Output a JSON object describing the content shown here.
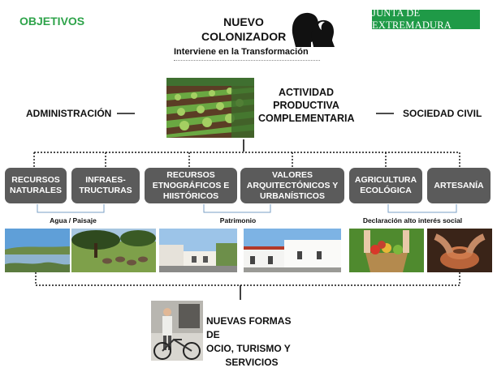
{
  "header": {
    "objetivos": "OBJETIVOS",
    "brand": "JUNTA DE EXTREMADURA"
  },
  "top": {
    "title_line1": "NUEVO",
    "title_line2": "COLONIZADOR",
    "subtitle": "Interviene en la Transformación"
  },
  "middle": {
    "left": "ADMINISTRACIÓN",
    "center_line1": "ACTIVIDAD",
    "center_line2": "PRODUCTIVA",
    "center_line3": "COMPLEMENTARIA",
    "right": "SOCIEDAD CIVIL"
  },
  "boxes": [
    {
      "label": "RECURSOS\nNATURALES"
    },
    {
      "label": "INFRAES-\nTRUCTURAS"
    },
    {
      "label": "RECURSOS\nETNOGRÁFICOS E\nHIISTÓRICOS"
    },
    {
      "label": "VALORES\nARQUITECTÓNICOS Y\nURBANÍSTICOS"
    },
    {
      "label": "AGRICULTURA\nECOLÓGICA"
    },
    {
      "label": "ARTESANÍA"
    }
  ],
  "captions": {
    "agua": "Agua  / Paisaje",
    "patrimonio": "Patrimonio",
    "declaracion": "Declaración alto interés social"
  },
  "bottom": {
    "line1": "NUEVAS FORMAS DE",
    "line2": "OCIO, TURISMO Y",
    "line3": "SERVICIOS"
  },
  "icons": {
    "silhouette": "two-heads-silhouette-icon"
  },
  "colors": {
    "accent_green": "#2ea34a",
    "brand_green": "#1f9a47",
    "box_gray": "#5b5b5b"
  }
}
